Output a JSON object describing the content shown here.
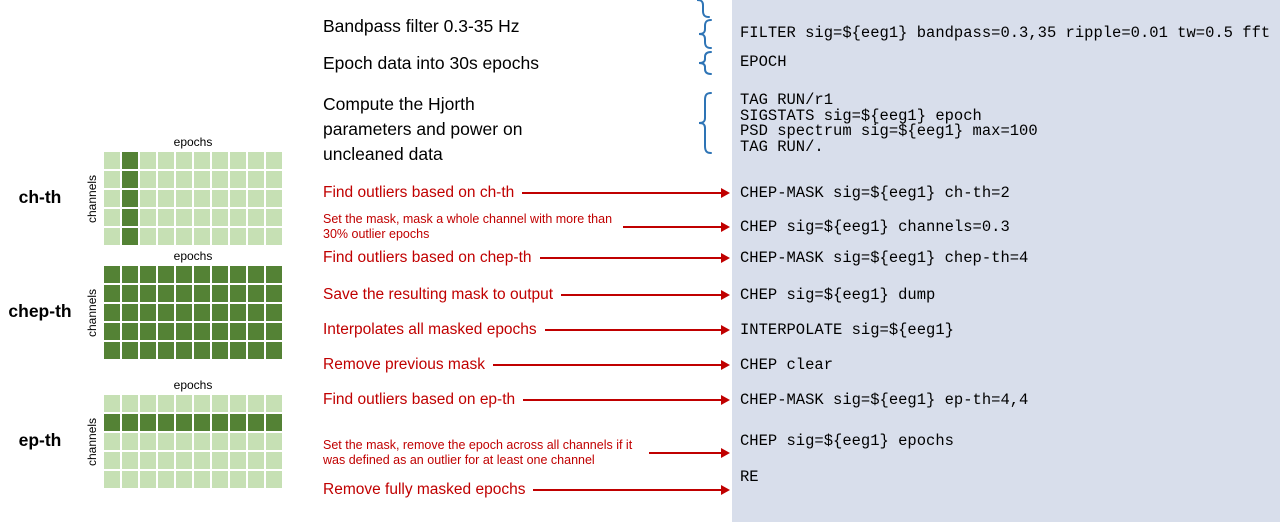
{
  "colors": {
    "panel_bg": "#d8deeb",
    "annotation_red": "#c00000",
    "brace_blue": "#2e74b5",
    "grid_light_green": "#c6e0b4",
    "grid_dark_green": "#548235"
  },
  "diagrams": [
    {
      "label": "ch-th",
      "top_axis": "epochs",
      "left_axis": "channels",
      "rows": 5,
      "cols": 10,
      "highlight": "col",
      "highlight_index": 1
    },
    {
      "label": "chep-th",
      "top_axis": "epochs",
      "left_axis": "channels",
      "rows": 5,
      "cols": 10,
      "highlight": "all",
      "highlight_index": -1
    },
    {
      "label": "ep-th",
      "top_axis": "epochs",
      "left_axis": "channels",
      "rows": 5,
      "cols": 10,
      "highlight": "row",
      "highlight_index": 1
    }
  ],
  "annotations": {
    "black": [
      "Bandpass filter 0.3-35 Hz",
      "Epoch data into 30s epochs",
      "Compute the Hjorth parameters and power on uncleaned data"
    ],
    "red": [
      "Find outliers based on ch-th",
      "Set the mask, mask a whole channel with more than 30% outlier epochs",
      "Find outliers based on chep-th",
      "Save the resulting mask to output",
      "Interpolates all masked epochs",
      "Remove previous mask",
      "Find outliers based on ep-th",
      "Set the mask, remove the epoch across all channels if it was defined as an outlier for at least one channel",
      "Remove fully masked epochs"
    ]
  },
  "code": {
    "lines": [
      "FILTER sig=${eeg1} bandpass=0.3,35 ripple=0.01 tw=0.5 fft",
      "EPOCH",
      "TAG RUN/r1",
      "SIGSTATS sig=${eeg1} epoch",
      "PSD spectrum sig=${eeg1} max=100",
      "TAG RUN/.",
      "CHEP-MASK sig=${eeg1} ch-th=2",
      "CHEP sig=${eeg1} channels=0.3",
      "CHEP-MASK sig=${eeg1} chep-th=4",
      "CHEP sig=${eeg1} dump",
      "INTERPOLATE sig=${eeg1}",
      "CHEP clear",
      "CHEP-MASK sig=${eeg1} ep-th=4,4",
      "CHEP sig=${eeg1} epochs",
      "RE"
    ]
  }
}
